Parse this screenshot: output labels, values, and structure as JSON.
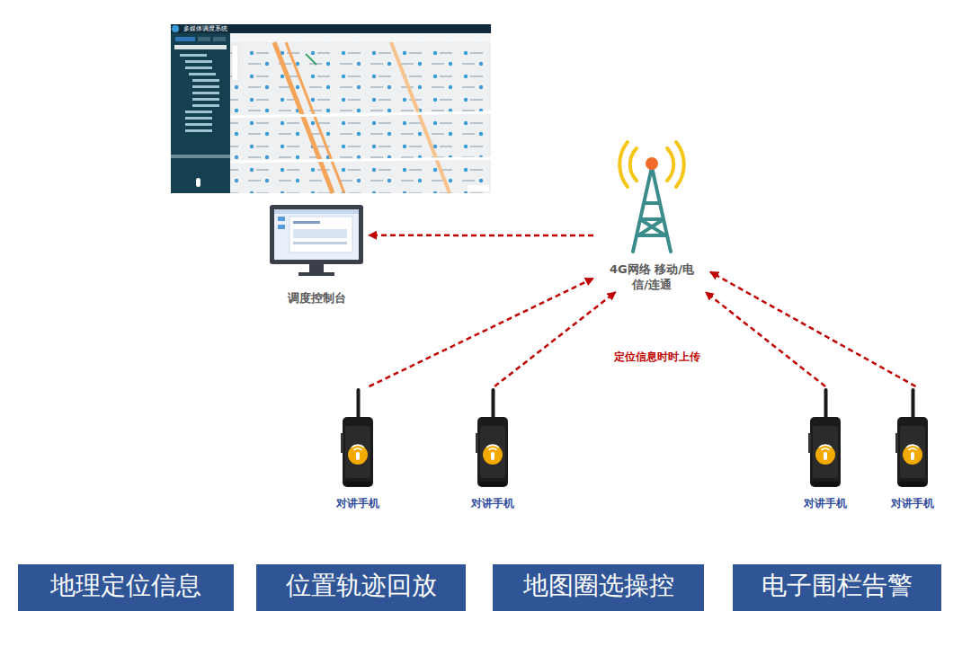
{
  "diagram": {
    "nodes": [
      {
        "text": [
          "调度控制台"
        ]
      },
      {
        "text": [
          "4G网络 移动/电信/连通"
        ]
      },
      {
        "text": [
          "对讲手机"
        ]
      },
      {
        "text": [
          "对讲手机"
        ]
      },
      {
        "text": [
          "对讲手机"
        ]
      },
      {
        "text": [
          "对讲手机"
        ]
      },
      {
        "text": [
          "地理定位信息"
        ]
      },
      {
        "text": [
          "位置轨迹回放"
        ]
      },
      {
        "text": [
          "地图圈选操控"
        ]
      },
      {
        "text": [
          "电子围栏告警"
        ]
      }
    ],
    "edges": [
      {
        "from": 1,
        "to": 0,
        "arrow": "to"
      },
      {
        "from": 2,
        "to": 1,
        "arrow": "to"
      },
      {
        "from": 3,
        "to": 1,
        "arrow": "to"
      },
      {
        "from": 4,
        "to": 1,
        "arrow": "to"
      },
      {
        "from": 5,
        "to": 1,
        "arrow": "to"
      }
    ],
    "labels": [
      "多媒体调度系统",
      "定位信息时时上传"
    ]
  }
}
